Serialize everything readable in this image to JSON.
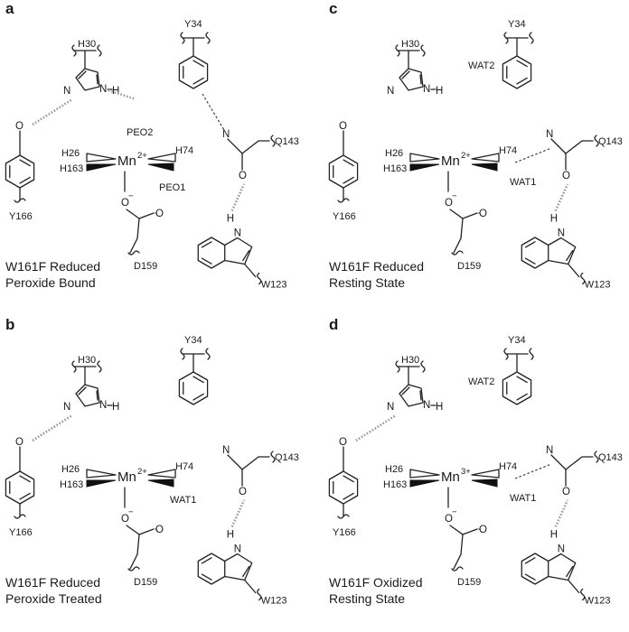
{
  "panels": [
    {
      "letter": "a",
      "caption": [
        "W161F Reduced",
        "Peroxide Bound"
      ],
      "metal": "Mn",
      "charge": "2+",
      "labels": {
        "Y34": "Y34",
        "H30": "H30",
        "H26": "H26",
        "H74": "H74",
        "H163": "H163",
        "Q143": "Q143",
        "Y166": "Y166",
        "D159": "D159",
        "W123": "W123",
        "PEO2": "PEO2",
        "PEO1": "PEO1"
      }
    },
    {
      "letter": "b",
      "caption": [
        "W161F Reduced",
        "Peroxide Treated"
      ],
      "metal": "Mn",
      "charge": "2+",
      "labels": {
        "Y34": "Y34",
        "H30": "H30",
        "H26": "H26",
        "H74": "H74",
        "H163": "H163",
        "Q143": "Q143",
        "Y166": "Y166",
        "D159": "D159",
        "W123": "W123",
        "WAT1": "WAT1"
      }
    },
    {
      "letter": "c",
      "caption": [
        "W161F Reduced",
        "Resting State"
      ],
      "metal": "Mn",
      "charge": "2+",
      "labels": {
        "Y34": "Y34",
        "H30": "H30",
        "H26": "H26",
        "H74": "H74",
        "H163": "H163",
        "Q143": "Q143",
        "Y166": "Y166",
        "D159": "D159",
        "W123": "W123",
        "WAT1": "WAT1",
        "WAT2": "WAT2"
      }
    },
    {
      "letter": "d",
      "caption": [
        "W161F Oxidized",
        "Resting State"
      ],
      "metal": "Mn",
      "charge": "3+",
      "labels": {
        "Y34": "Y34",
        "H30": "H30",
        "H26": "H26",
        "H74": "H74",
        "H163": "H163",
        "Q143": "Q143",
        "Y166": "Y166",
        "D159": "D159",
        "W123": "W123",
        "WAT1": "WAT1",
        "WAT2": "WAT2"
      }
    }
  ],
  "atoms": {
    "H": "H",
    "N": "N",
    "O": "O",
    "O_minus": "O",
    "minus": "−",
    "plus": "+"
  }
}
